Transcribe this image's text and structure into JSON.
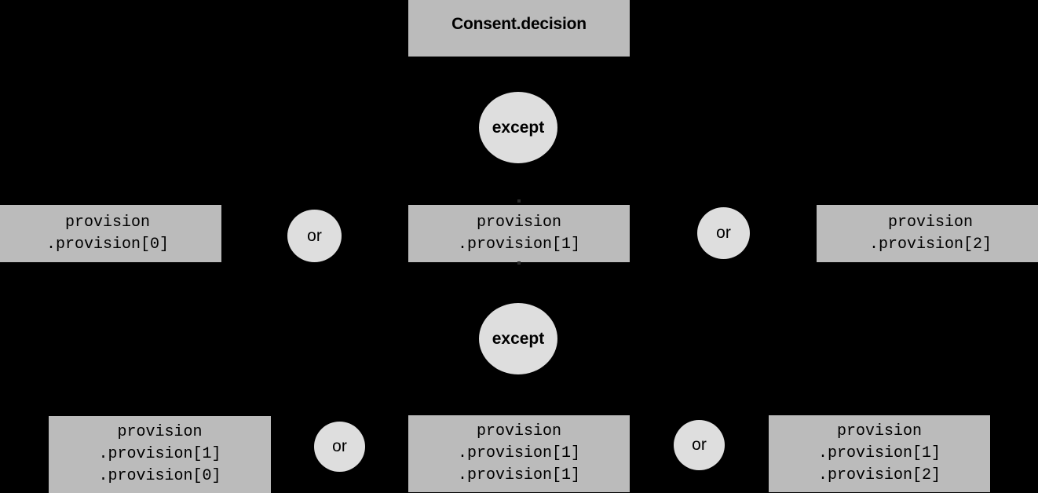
{
  "diagram": {
    "title": "Consent.decision",
    "background_color": "#000000",
    "box_color": "#bbbbbb",
    "ellipse_color": "#dedede",
    "text_color": "#000000",
    "root": {
      "label": "Consent.decision"
    },
    "operators": {
      "except_label": "except",
      "or_label": "or"
    },
    "level1": {
      "operator": "except",
      "nodes": [
        {
          "lines": [
            "provision",
            ".provision[0]"
          ],
          "text": "provision\n.provision[0]"
        },
        {
          "lines": [
            "provision",
            ".provision[1]"
          ],
          "text": "provision\n.provision[1]"
        },
        {
          "lines": [
            "provision",
            ".provision[2]"
          ],
          "text": "provision\n.provision[2]"
        }
      ],
      "joiners": [
        "or",
        "or"
      ]
    },
    "level2": {
      "operator": "except",
      "nodes": [
        {
          "lines": [
            "provision",
            ".provision[1]",
            ".provision[0]"
          ],
          "text": "provision\n.provision[1]\n.provision[0]"
        },
        {
          "lines": [
            "provision",
            ".provision[1]",
            ".provision[1]"
          ],
          "text": "provision\n.provision[1]\n.provision[1]"
        },
        {
          "lines": [
            "provision",
            ".provision[1]",
            ".provision[2]"
          ],
          "text": "provision\n.provision[1]\n.provision[2]"
        }
      ],
      "joiners": [
        "or",
        "or"
      ]
    }
  }
}
